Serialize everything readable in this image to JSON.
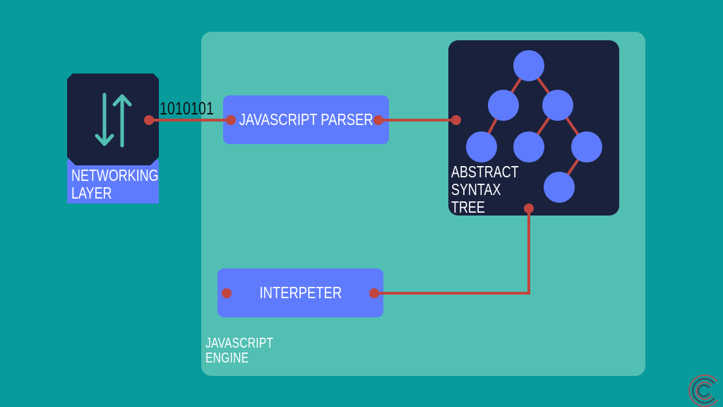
{
  "diagram": {
    "engine": {
      "label_line1": "JAVASCRIPT",
      "label_line2": "ENGINE"
    },
    "networking": {
      "label_line1": "NETWORKING",
      "label_line2": "LAYER",
      "icon": "transfer-arrows-icon"
    },
    "data_label": "1010101",
    "parser": {
      "label": "JAVASCRIPT PARSER"
    },
    "ast": {
      "label_line1": "ABSTRACT",
      "label_line2": "SYNTAX",
      "label_line3": "TREE",
      "node_count": 7
    },
    "interpreter": {
      "label": "INTERPETER"
    },
    "logo": "brand-logo-icon",
    "colors": {
      "background": "#089B9B",
      "engine": "#52BFB3",
      "dark_panel": "#19213D",
      "node_blue": "#5F7BFD",
      "connector_red": "#C0463F",
      "arrow_teal": "#52BFB3"
    }
  }
}
